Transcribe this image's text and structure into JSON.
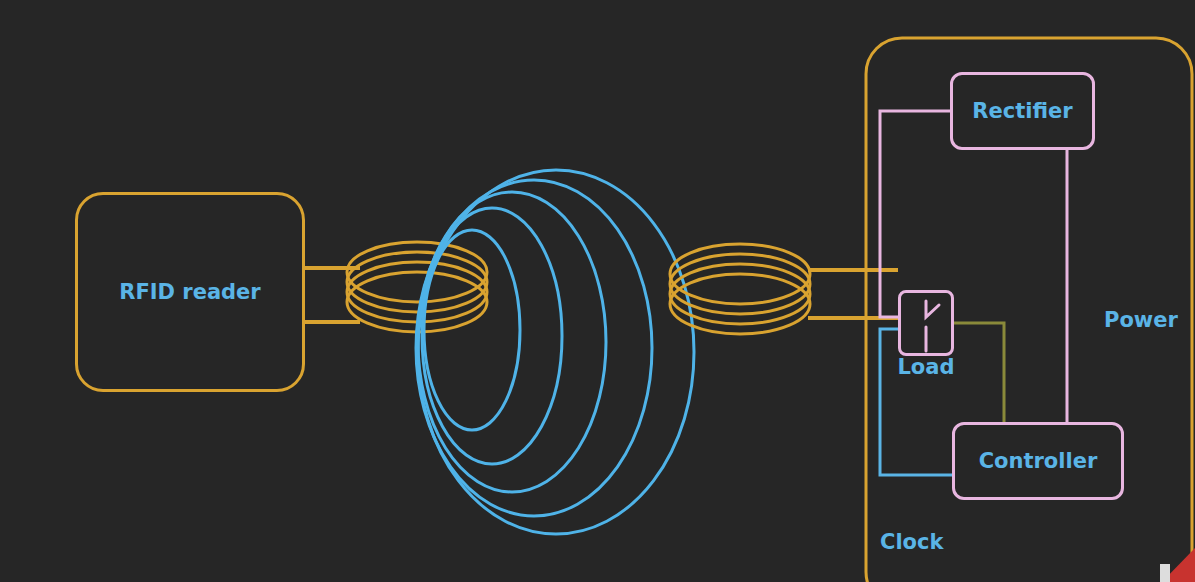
{
  "diagram": {
    "nodes": [
      {
        "text": [
          "RFID reader"
        ]
      },
      {
        "text": [
          "Rectifier"
        ]
      },
      {
        "text": [
          "Load"
        ]
      },
      {
        "text": [
          "Controller"
        ]
      }
    ],
    "edges": [
      {
        "from": 1,
        "to": 3,
        "arrow": "none"
      },
      {
        "from": 2,
        "to": 3,
        "arrow": "none"
      },
      {
        "from": 1,
        "to": 2,
        "arrow": "none"
      },
      {
        "from": 3,
        "to": 2,
        "arrow": "none"
      }
    ],
    "labels": [
      "Power",
      "Clock"
    ]
  }
}
